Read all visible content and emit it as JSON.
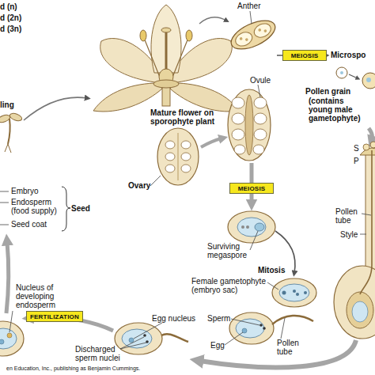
{
  "diagram": {
    "nodes": [
      {
        "text": [
          "MEIOSIS"
        ]
      },
      {
        "text": [
          "MEIOSIS"
        ]
      },
      {
        "text": [
          "FERTILIZATION"
        ]
      }
    ],
    "labels": [
      "d (n)",
      "d (2n)",
      "d (3n)",
      "Anther",
      "Microspo",
      "Pollen grain",
      "(contains young male gametophyte)",
      "ling",
      "Mature flower on sporophyte plant",
      "Ovule",
      "S",
      "P",
      "Ovary",
      "Embryo",
      "Endosperm (food supply)",
      "Seed coat",
      "Seed",
      "Pollen tube",
      "Style",
      "Surviving megaspore",
      "Mitosis",
      "Female gametophyte (embryo sac)",
      "Nucleus of developing endosperm",
      "Egg nucleus",
      "Sperm",
      "Egg",
      "Pollen tube",
      "Discharged sperm nuclei",
      "en Education, Inc., publishing as Benjamin Cummings."
    ]
  }
}
